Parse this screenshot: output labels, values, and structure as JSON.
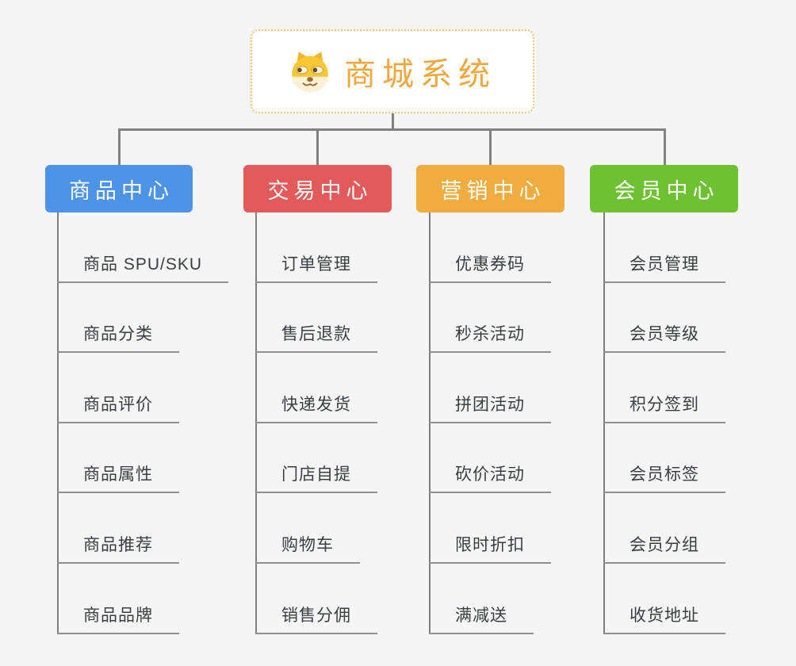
{
  "root": {
    "title": "商城系统"
  },
  "style": {
    "root_accent": "#f0a73e"
  },
  "branches": [
    {
      "label": "商品中心",
      "color": "#4d93e8",
      "items": [
        "商品 SPU/SKU",
        "商品分类",
        "商品评价",
        "商品属性",
        "商品推荐",
        "商品品牌"
      ]
    },
    {
      "label": "交易中心",
      "color": "#e25a5a",
      "items": [
        "订单管理",
        "售后退款",
        "快递发货",
        "门店自提",
        "购物车",
        "销售分佣"
      ]
    },
    {
      "label": "营销中心",
      "color": "#efad3f",
      "items": [
        "优惠券码",
        "秒杀活动",
        "拼团活动",
        "砍价活动",
        "限时折扣",
        "满减送"
      ]
    },
    {
      "label": "会员中心",
      "color": "#6dc133",
      "items": [
        "会员管理",
        "会员等级",
        "积分签到",
        "会员标签",
        "会员分组",
        "收货地址"
      ]
    }
  ]
}
